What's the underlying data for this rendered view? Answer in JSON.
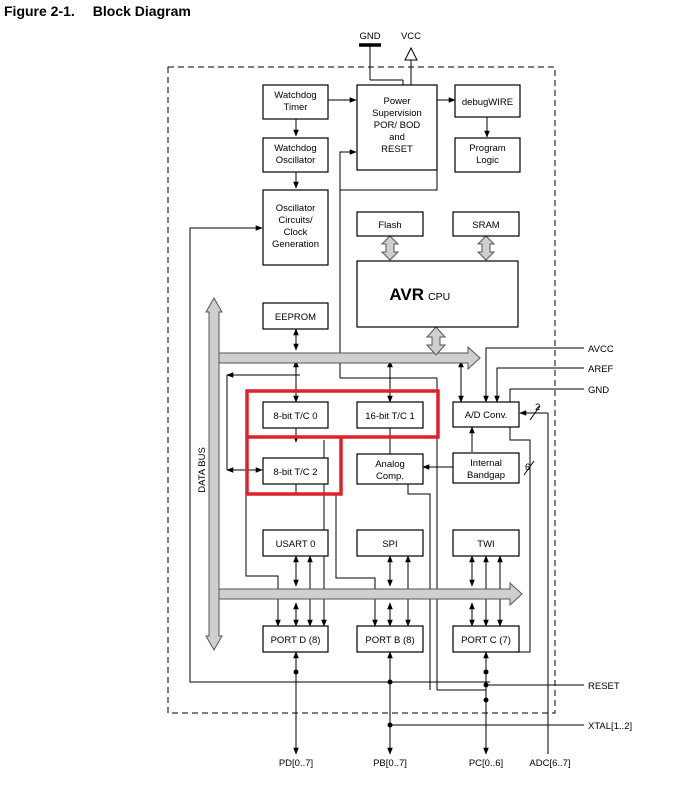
{
  "figure": {
    "number": "Figure 2-1.",
    "title": "Block Diagram"
  },
  "blocks": {
    "watchdog_timer": [
      "Watchdog",
      "Timer"
    ],
    "watchdog_osc": [
      "Watchdog",
      "Oscillator"
    ],
    "osc_circuits": [
      "Oscillator",
      "Circuits/",
      "Clock",
      "Generation"
    ],
    "power_supervision": [
      "Power",
      "Supervision",
      "POR/ BOD",
      "and",
      "RESET"
    ],
    "debugwire": "debugWIRE",
    "program_logic": [
      "Program",
      "Logic"
    ],
    "flash": "Flash",
    "sram": "SRAM",
    "avr": "AVR",
    "cpu": "CPU",
    "eeprom": "EEPROM",
    "tc0": "8-bit T/C 0",
    "tc1": "16-bit T/C 1",
    "adc": "A/D Conv.",
    "tc2": "8-bit T/C 2",
    "analog_comp": [
      "Analog",
      "Comp."
    ],
    "bandgap": [
      "Internal",
      "Bandgap"
    ],
    "usart": "USART 0",
    "spi": "SPI",
    "twi": "TWI",
    "portd": "PORT D (8)",
    "portb": "PORT B (8)",
    "portc": "PORT C (7)"
  },
  "signals": {
    "gnd_top": "GND",
    "vcc": "VCC",
    "avcc": "AVCC",
    "aref": "AREF",
    "gnd_right": "GND",
    "reset": "RESET",
    "xtal": "XTAL[1..2]",
    "pd": "PD[0..7]",
    "pb": "PB[0..7]",
    "pc": "PC[0..6]",
    "adc_pins": "ADC[6..7]",
    "data_bus": "DATA BUS",
    "bus_width_2": "2",
    "bus_width_6": "6"
  }
}
